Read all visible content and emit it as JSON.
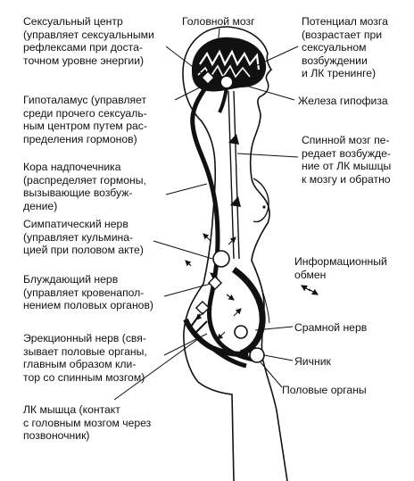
{
  "labels": {
    "sexual_center": "Сексуальный центр\n(управляет сексуальными\nрефлексами при доста-\nточном уровне энергии)",
    "brain": "Головной мозг",
    "brain_potential": "Потенциал мозга\n(возрастает при\nсексуальном\nвозбуждении\nи ЛК тренинге)",
    "hypothalamus": "Гипоталамус (управляет\nсреди прочего сексуаль-\nным центром путем рас-\nпределения гормонов)",
    "pituitary": "Железа гипофиза",
    "spinal_cord": "Спинной мозг пе-\nредает возбужде-\nние от ЛК мышцы\nк мозгу и обратно",
    "adrenal_cortex": "Кора надпочечника\n(распределяет гормоны,\nвызывающие возбуж-\nдение)",
    "sympathetic_nerve": "Симпатический нерв\n(управляет кульмина-\nцией при половом акте)",
    "information_exchange": "Информационный\nобмен",
    "vagus_nerve": "Блуждающий нерв\n(управляет кровенапол-\nнением половых органов)",
    "pudendal_nerve": "Срамной нерв",
    "erection_nerve": "Эрекционный нерв (свя-\nзывает половые органы,\nглавным образом кли-\nтор со спинным мозгом)",
    "ovary": "Яичник",
    "genitals": "Половые органы",
    "pc_muscle": "ЛК мышца (контакт\nс головным мозгом через\nпозвоночник)"
  },
  "colors": {
    "ink": "#111111",
    "background": "#ffffff"
  }
}
